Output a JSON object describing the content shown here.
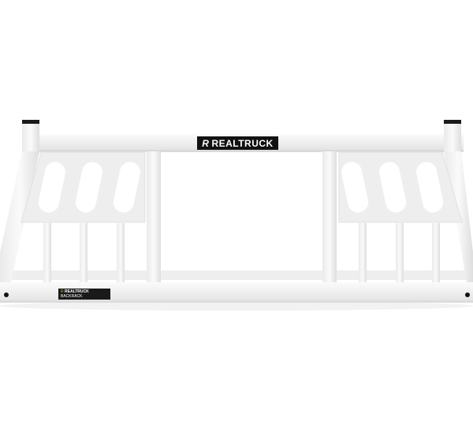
{
  "image": {
    "subject": "White truck headache rack with cutout side panels",
    "background_color": "#ffffff",
    "product_color": "#f4f4f4"
  },
  "logo_badge": {
    "mark": "R",
    "text": "REALTRUCK"
  },
  "label_sticker": {
    "mark": "R",
    "brand": "REALTRUCK",
    "subtext": "BACKRACK"
  }
}
